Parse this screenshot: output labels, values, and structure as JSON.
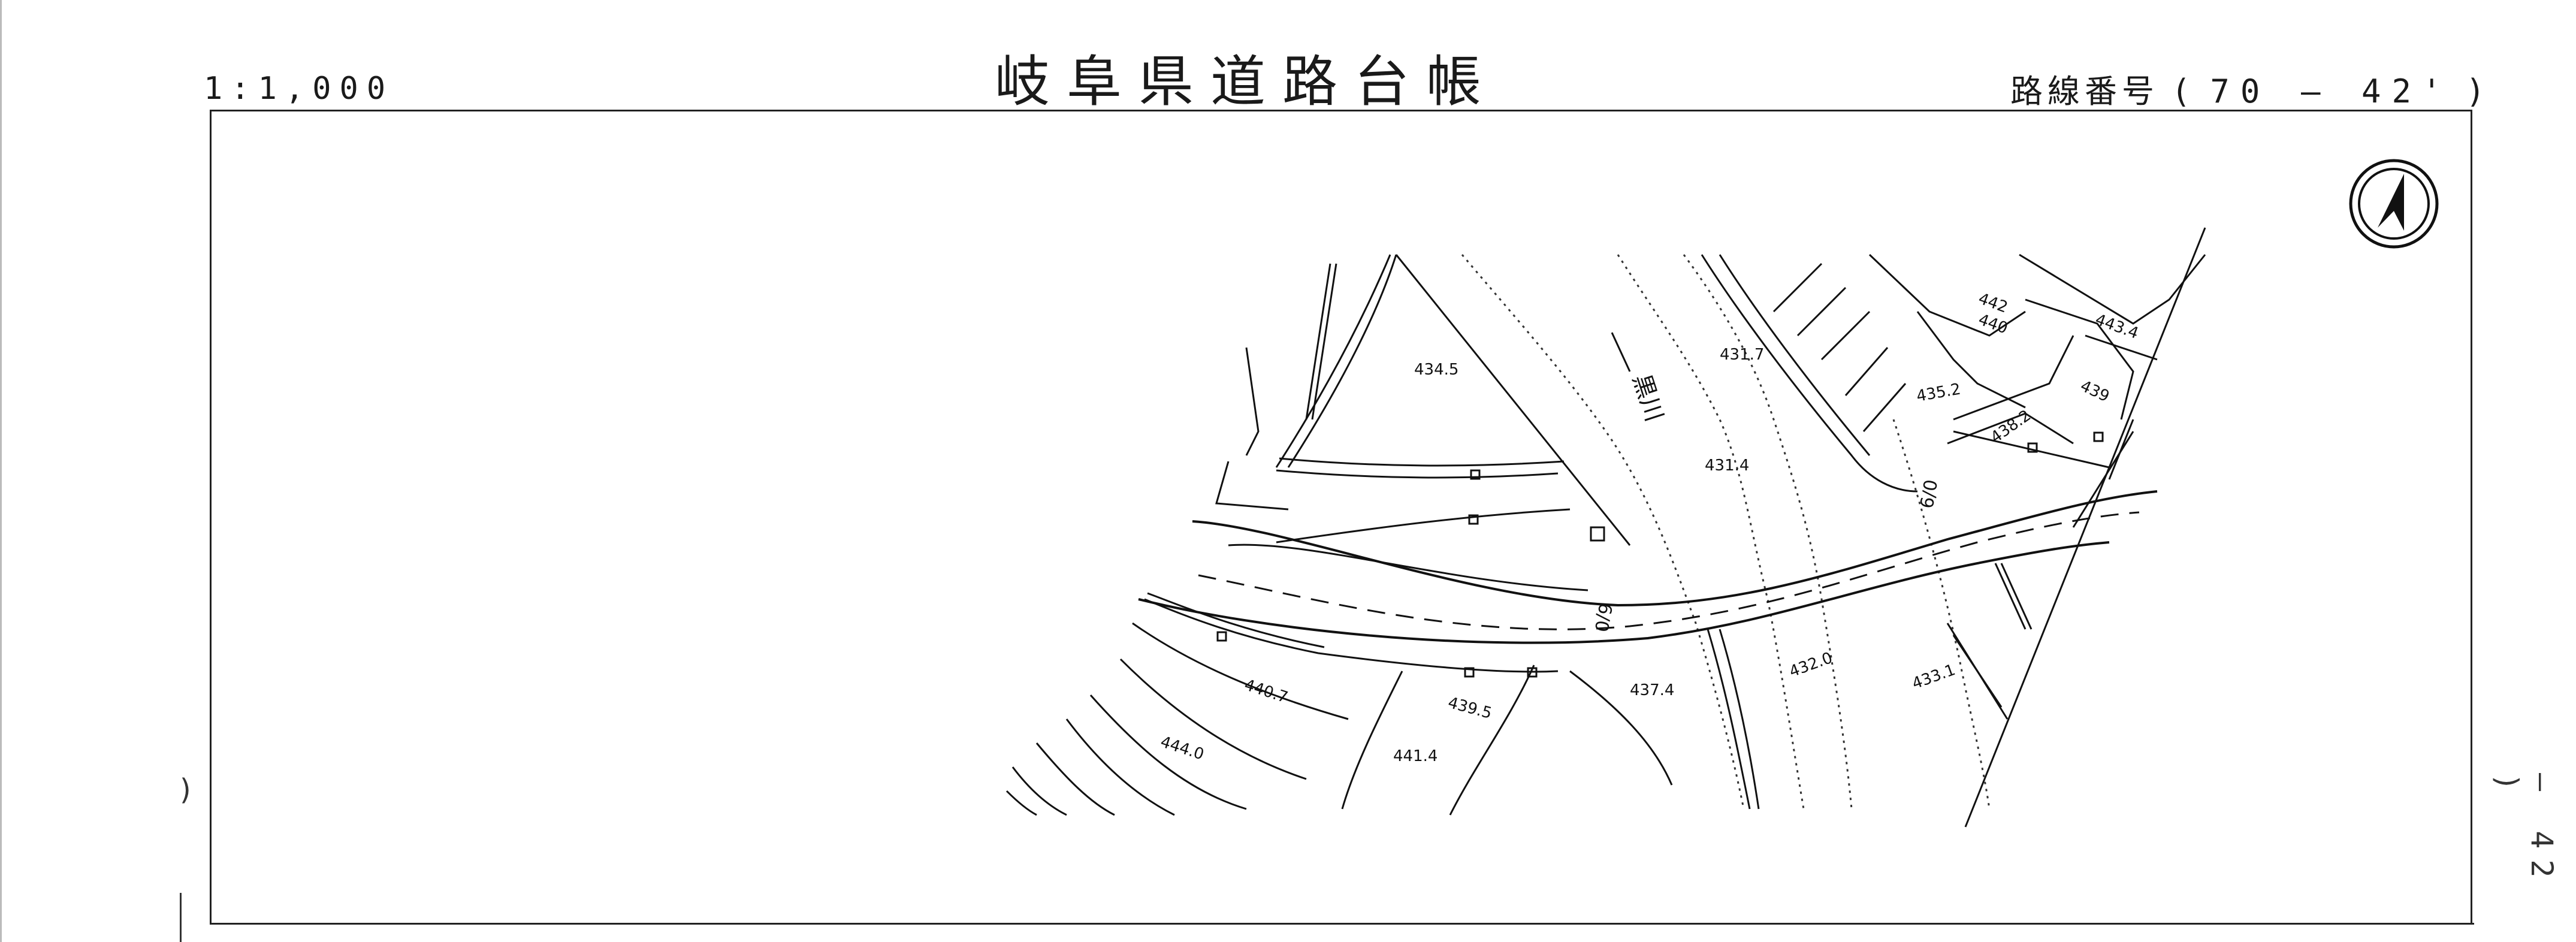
{
  "header": {
    "title": "岐阜県道路台帳",
    "scale": "1:1,000",
    "route_label": "路線番号",
    "route_open": "(",
    "route_number": "70 — 42'",
    "route_close": ")"
  },
  "side": {
    "left_mark": ")",
    "right_mark": "— 42 )"
  },
  "map": {
    "river_name": "黒川",
    "road_label_1": "6/0",
    "road_label_2": "6/0",
    "elevations": [
      "434.5",
      "431.7",
      "431.4",
      "435.2",
      "438.2",
      "442",
      "440",
      "443.4",
      "439",
      "440.7",
      "444.0",
      "439.5",
      "441.4",
      "437.4",
      "432.0",
      "433.1"
    ],
    "north_arrow": "north-arrow-icon"
  }
}
